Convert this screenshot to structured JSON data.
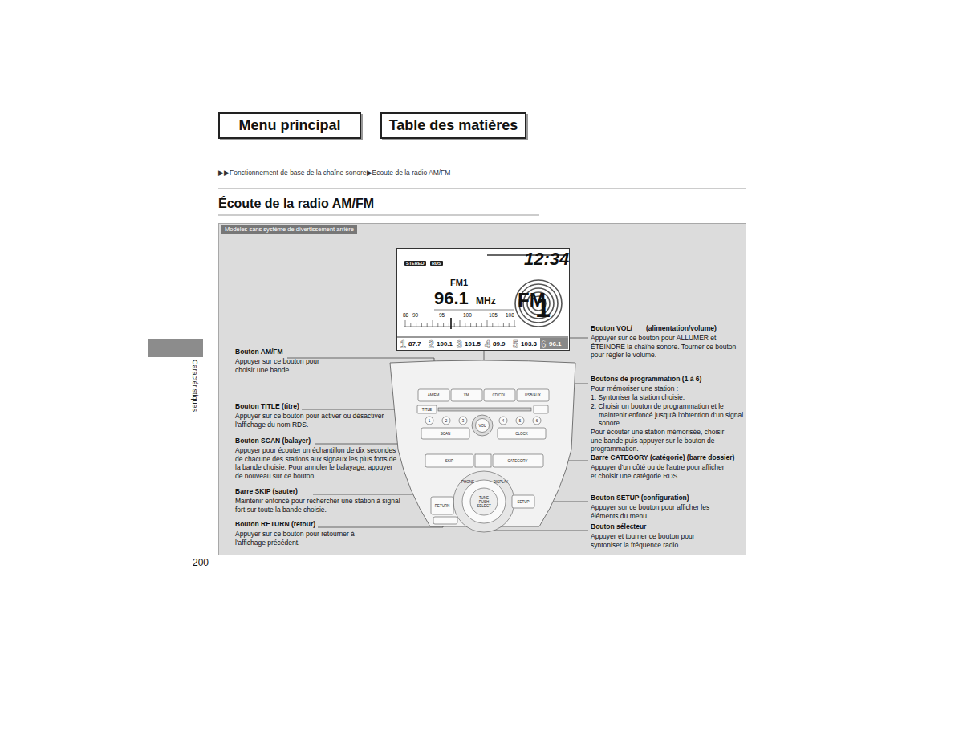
{
  "diagram": {
    "title": "Écoute de la radio AM/FM",
    "nodes": [
      {
        "text": [
          "Menu principal"
        ]
      },
      {
        "text": [
          "Table des matières"
        ]
      },
      {
        "text": [
          "Modèles sans système de divertissement arrière"
        ]
      },
      {
        "text": [
          "STEREO",
          "RDS",
          "12:34",
          "FM1",
          "96.1",
          "MHz",
          "88",
          "90",
          "95",
          "100",
          "105",
          "108",
          "FM",
          "1",
          "1",
          "87.7",
          "2",
          "100.1",
          "3",
          "101.5",
          "4",
          "89.9",
          "5",
          "103.3",
          "6",
          "96.1"
        ],
        "in": 2
      }
    ],
    "labels": [
      "▶▶Fonctionnement de base de la chaîne sonore▶Écoute de la radio AM/FM",
      "Caractéristiques",
      "200",
      "Bouton AM/FM",
      "Appuyer sur ce bouton pour choisir une bande.",
      "Bouton TITLE (titre)",
      "Appuyer sur ce bouton pour activer ou désactiver l'affichage du nom RDS.",
      "Bouton SCAN (balayer)",
      "Appuyer pour écouter un échantillon de dix secondes de chacune des stations aux signaux les plus forts de la bande choisie. Pour annuler le balayage, appuyer de nouveau sur ce bouton.",
      "Barre SKIP (sauter)",
      "Maintenir enfoncé pour rechercher une station à signal fort sur toute la bande choisie.",
      "Bouton RETURN (retour)",
      "Appuyer sur ce bouton pour retourner à l'affichage précédent.",
      "Bouton VOL/",
      "(alimentation/volume)",
      "Appuyer sur ce bouton pour ALLUMER et ÉTEINDRE la chaîne sonore. Tourner ce bouton pour régler le volume.",
      "Boutons de programmation (1 à 6)",
      "Pour mémoriser une station :",
      "1. Syntoniser la station choisie.",
      "2. Choisir un bouton de programmation et le maintenir enfoncé jusqu'à l'obtention d'un signal sonore.",
      "Pour écouter une station mémorisée, choisir une bande puis appuyer sur le bouton de programmation.",
      "Barre CATEGORY (catégorie) (barre dossier)",
      "Appuyer d'un côté ou de l'autre pour afficher et choisir une catégorie RDS.",
      "Bouton SETUP (configuration)",
      "Appuyer sur ce bouton pour afficher les éléments du menu.",
      "Bouton sélecteur",
      "Appuyer et tourner ce bouton pour syntoniser la fréquence radio.",
      "AM/FM",
      "XM",
      "CD/CDL",
      "USB/AUX",
      "TITLE",
      "1",
      "2",
      "3",
      "4",
      "5",
      "6",
      "VOL",
      "SCAN",
      "CLOCK",
      "SKIP",
      "CATEGORY",
      "PHONE",
      "DISPLAY",
      "TUNE PUSH SELECT",
      "SETUP",
      "RETURN"
    ]
  }
}
